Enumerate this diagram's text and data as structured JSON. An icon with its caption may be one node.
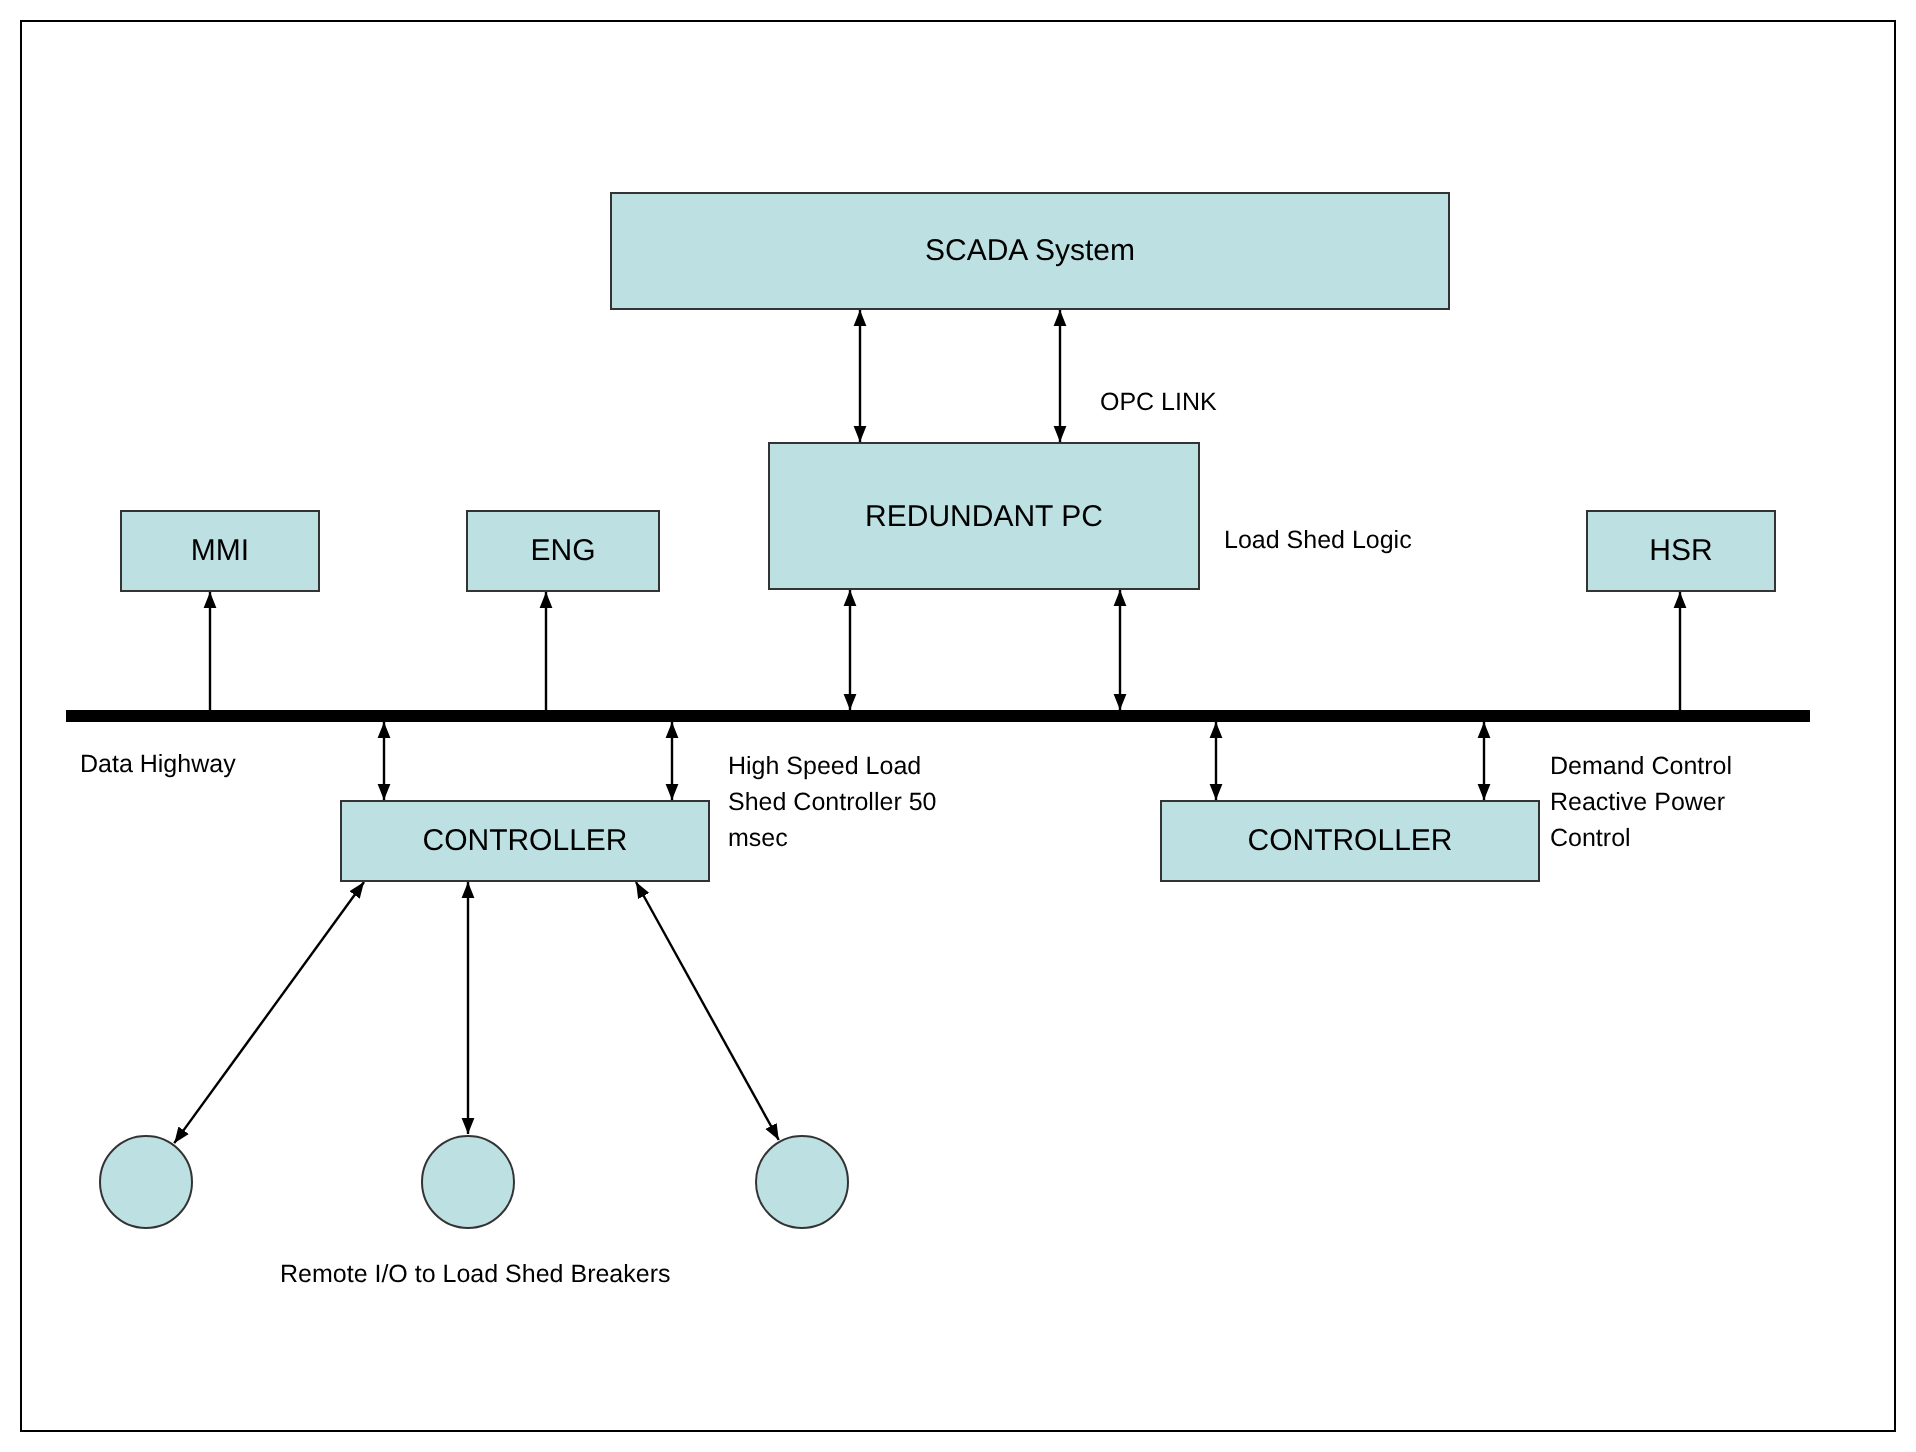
{
  "diagram": {
    "nodes": [
      {
        "text": [
          "SCADA System"
        ]
      },
      {
        "text": [
          "REDUNDANT PC"
        ],
        "beside": [
          "Load Shed Logic"
        ]
      },
      {
        "text": [
          "MMI"
        ]
      },
      {
        "text": [
          "ENG"
        ]
      },
      {
        "text": [
          "HSR"
        ]
      },
      {
        "text": [],
        "shape": "bar",
        "beside": [
          "Data Highway"
        ]
      },
      {
        "text": [
          "CONTROLLER"
        ],
        "beside": [
          "High Speed Load Shed Controller 50 msec"
        ]
      },
      {
        "text": [
          "CONTROLLER"
        ],
        "beside": [
          "Demand Control Reactive Power Control"
        ]
      },
      {
        "text": [],
        "shape": "circle"
      },
      {
        "text": [],
        "shape": "circle"
      },
      {
        "text": [],
        "shape": "circle"
      }
    ],
    "edges": [
      {
        "from": 0,
        "to": 1,
        "arrow": "both"
      },
      {
        "from": 0,
        "to": 1,
        "arrow": "both",
        "label": "OPC LINK"
      },
      {
        "from": 1,
        "to": 5,
        "arrow": "both"
      },
      {
        "from": 1,
        "to": 5,
        "arrow": "both"
      },
      {
        "from": 5,
        "to": 2,
        "arrow": "to"
      },
      {
        "from": 5,
        "to": 3,
        "arrow": "to"
      },
      {
        "from": 5,
        "to": 4,
        "arrow": "to"
      },
      {
        "from": 5,
        "to": 6,
        "arrow": "both"
      },
      {
        "from": 5,
        "to": 6,
        "arrow": "both"
      },
      {
        "from": 5,
        "to": 7,
        "arrow": "both"
      },
      {
        "from": 5,
        "to": 7,
        "arrow": "both"
      },
      {
        "from": 6,
        "to": 8,
        "arrow": "both"
      },
      {
        "from": 6,
        "to": 9,
        "arrow": "both"
      },
      {
        "from": 6,
        "to": 10,
        "arrow": "both"
      }
    ],
    "labels": [
      "Remote I/O to Load Shed Breakers"
    ]
  }
}
